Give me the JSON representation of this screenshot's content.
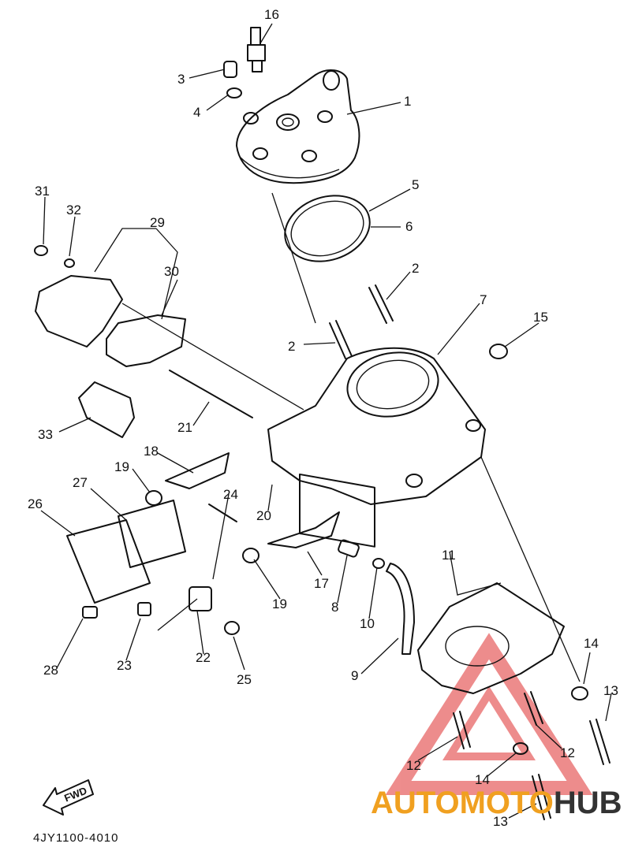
{
  "diagram": {
    "code": "4JY1100-4010",
    "fwd": "FWD",
    "labels": [
      "1",
      "2",
      "2",
      "3",
      "4",
      "5",
      "6",
      "7",
      "8",
      "9",
      "10",
      "11",
      "12",
      "12",
      "13",
      "13",
      "14",
      "14",
      "15",
      "16",
      "17",
      "18",
      "19",
      "19",
      "20",
      "21",
      "22",
      "23",
      "24",
      "25",
      "26",
      "27",
      "28",
      "29",
      "30",
      "31",
      "32",
      "33"
    ]
  },
  "watermark": {
    "prefix": "AUTO",
    "middle": "MOTO",
    "suffix": "HUB",
    "colors": {
      "accent": "#f0a020",
      "red": "#e03030",
      "dark": "#333333"
    }
  }
}
